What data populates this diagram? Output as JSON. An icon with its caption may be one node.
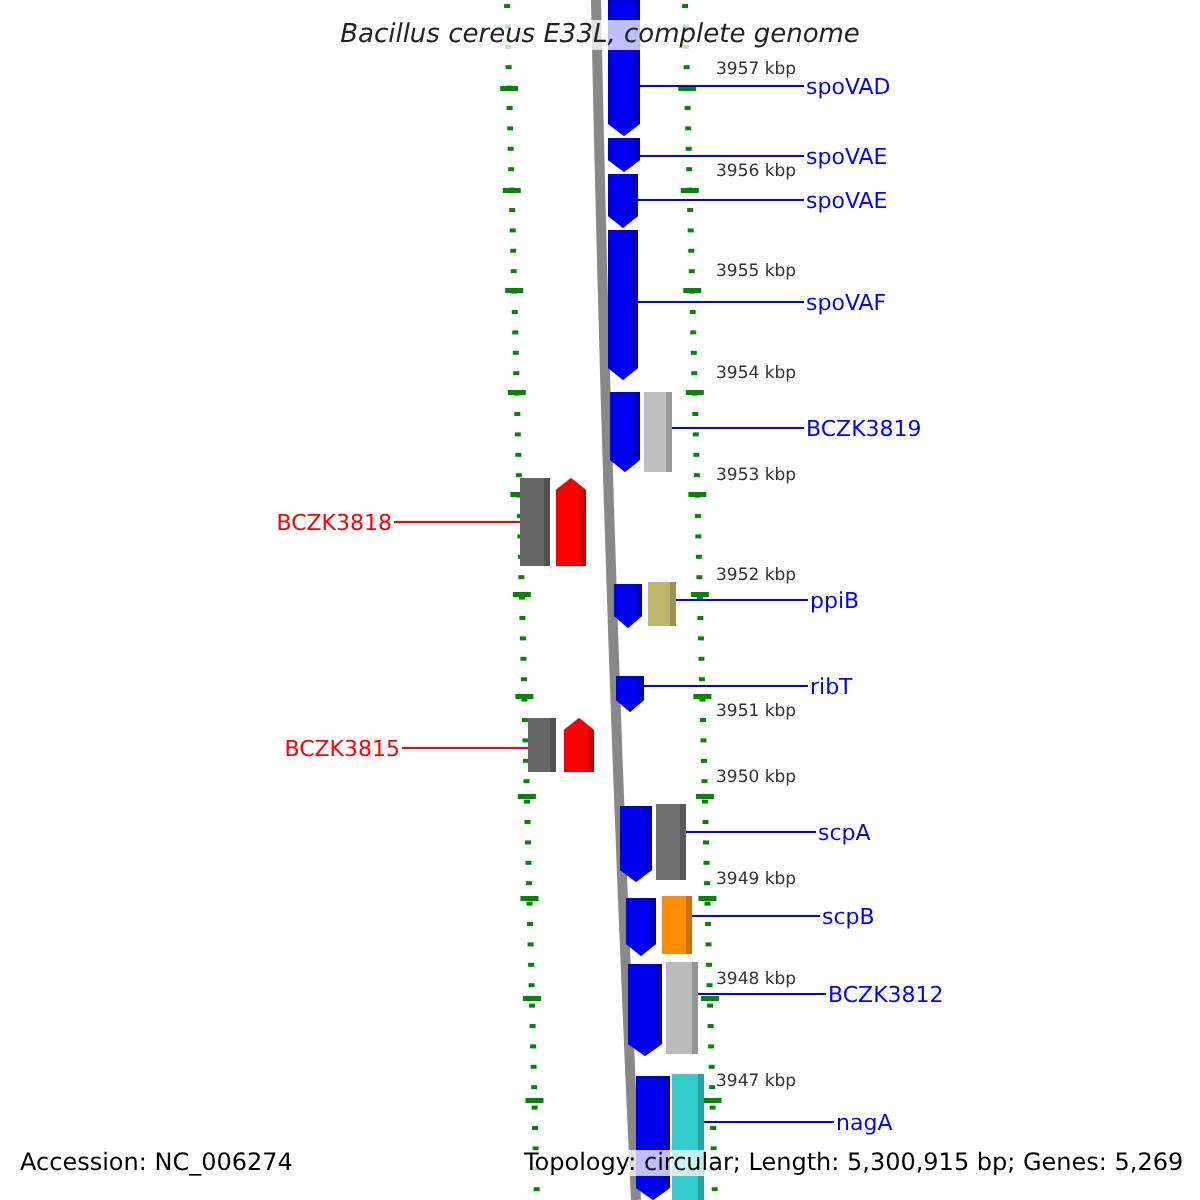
{
  "diagram": {
    "title": "Bacillus cereus E33L, complete genome",
    "nodes": [
      {
        "text": [
          "spoVAD"
        ]
      },
      {
        "text": [],
        "shape": "arrow"
      },
      {
        "text": [
          "spoVAE"
        ]
      },
      {
        "text": [],
        "shape": "arrow"
      },
      {
        "text": [
          "spoVAE"
        ]
      },
      {
        "text": [],
        "shape": "arrow"
      },
      {
        "text": [
          "spoVAF"
        ]
      },
      {
        "text": [],
        "shape": "arrow"
      },
      {
        "text": [
          "BCZK3819"
        ]
      },
      {
        "text": [],
        "shape": "arrow"
      },
      {
        "text": [],
        "shape": "box"
      },
      {
        "text": [
          "BCZK3818"
        ]
      },
      {
        "text": [],
        "shape": "box"
      },
      {
        "text": [],
        "shape": "arrow"
      },
      {
        "text": [
          "ppiB"
        ]
      },
      {
        "text": [],
        "shape": "arrow"
      },
      {
        "text": [],
        "shape": "box"
      },
      {
        "text": [
          "ribT"
        ]
      },
      {
        "text": [],
        "shape": "arrow"
      },
      {
        "text": [
          "BCZK3815"
        ]
      },
      {
        "text": [],
        "shape": "box"
      },
      {
        "text": [],
        "shape": "arrow"
      },
      {
        "text": [
          "scpA"
        ]
      },
      {
        "text": [],
        "shape": "arrow"
      },
      {
        "text": [],
        "shape": "box"
      },
      {
        "text": [
          "scpB"
        ]
      },
      {
        "text": [],
        "shape": "arrow"
      },
      {
        "text": [],
        "shape": "box"
      },
      {
        "text": [
          "BCZK3812"
        ]
      },
      {
        "text": [],
        "shape": "arrow"
      },
      {
        "text": [],
        "shape": "box"
      },
      {
        "text": [
          "nagA"
        ]
      },
      {
        "text": [],
        "shape": "arrow"
      },
      {
        "text": [],
        "shape": "box"
      }
    ],
    "edges": [
      {
        "from": 0,
        "to": 1,
        "arrow": "none"
      },
      {
        "from": 2,
        "to": 3,
        "arrow": "none"
      },
      {
        "from": 4,
        "to": 5,
        "arrow": "none"
      },
      {
        "from": 6,
        "to": 7,
        "arrow": "none"
      },
      {
        "from": 8,
        "to": 10,
        "arrow": "none"
      },
      {
        "from": 11,
        "to": 12,
        "arrow": "none",
        "color": "#ff0000"
      },
      {
        "from": 14,
        "to": 16,
        "arrow": "none"
      },
      {
        "from": 17,
        "to": 18,
        "arrow": "none"
      },
      {
        "from": 19,
        "to": 20,
        "arrow": "none",
        "color": "#ff0000"
      },
      {
        "from": 22,
        "to": 24,
        "arrow": "none"
      },
      {
        "from": 25,
        "to": 27,
        "arrow": "none"
      },
      {
        "from": 28,
        "to": 30,
        "arrow": "none"
      },
      {
        "from": 31,
        "to": 33,
        "arrow": "none"
      }
    ],
    "labels": [
      "3957 kbp",
      "3956 kbp",
      "3955 kbp",
      "3954 kbp",
      "3953 kbp",
      "3952 kbp",
      "3951 kbp",
      "3950 kbp",
      "3949 kbp",
      "3948 kbp",
      "3947 kbp",
      "Accession: NC_006274",
      "Topology: circular; Length: 5,300,915 bp; Genes: 5,269"
    ]
  }
}
